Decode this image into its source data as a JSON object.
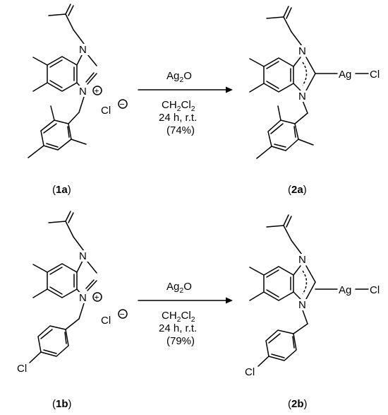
{
  "reactions": [
    {
      "reagent_main": "Ag",
      "reagent_sub": "2",
      "reagent_tail": "O",
      "solvent_a": "CH",
      "solvent_sub1": "2",
      "solvent_b": "Cl",
      "solvent_sub2": "2",
      "time": "24 h, r.t.",
      "yield": "(74%)",
      "start_label": {
        "open": "(",
        "num": "1",
        "letter": "a",
        "close": ")"
      },
      "product_label": {
        "open": "(",
        "num": "2",
        "letter": "a",
        "close": ")"
      }
    },
    {
      "reagent_main": "Ag",
      "reagent_sub": "2",
      "reagent_tail": "O",
      "solvent_a": "CH",
      "solvent_sub1": "2",
      "solvent_b": "Cl",
      "solvent_sub2": "2",
      "time": "24 h, r.t.",
      "yield": "(79%)",
      "start_label": {
        "open": "(",
        "num": "1",
        "letter": "b",
        "close": ")"
      },
      "product_label": {
        "open": "(",
        "num": "2",
        "letter": "b",
        "close": ")"
      }
    }
  ],
  "atoms": {
    "n": "N",
    "ag": "Ag",
    "cl": "Cl",
    "plus": "+",
    "minus": "−"
  }
}
